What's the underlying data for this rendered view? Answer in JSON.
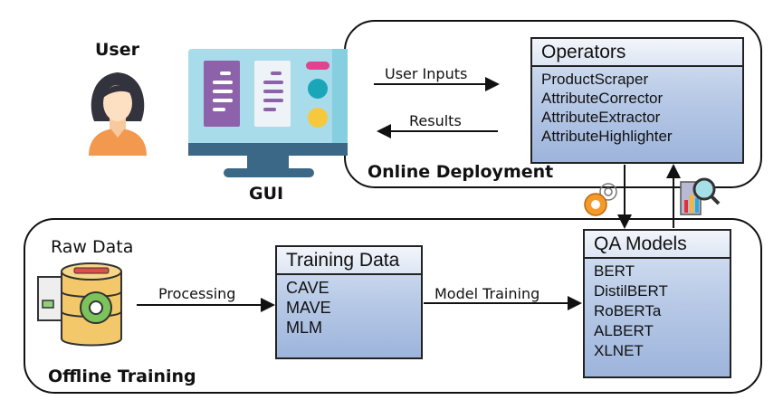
{
  "user": {
    "label": "User",
    "icon": "user-avatar-icon"
  },
  "gui": {
    "label": "GUI",
    "icon": "monitor-icon"
  },
  "online": {
    "label": "Online Deployment",
    "edges": {
      "user_inputs": "User Inputs",
      "results": "Results"
    },
    "operators": {
      "title": "Operators",
      "items": [
        "ProductScraper",
        "AttributeCorrector",
        "AttributeExtractor",
        "AttributeHighlighter"
      ]
    }
  },
  "offline": {
    "label": "Offline Training",
    "raw_data": {
      "label": "Raw Data",
      "icon": "database-gear-icon"
    },
    "edges": {
      "processing": "Processing",
      "model_training": "Model Training"
    },
    "training_data": {
      "title": "Training Data",
      "items": [
        "CAVE",
        "MAVE",
        "MLM"
      ]
    },
    "qa_models": {
      "title": "QA Models",
      "items": [
        "BERT",
        "DistilBERT",
        "RoBERTa",
        "ALBERT",
        "XLNET"
      ]
    }
  },
  "connector_icons": [
    "gear-icon",
    "analytics-magnifier-icon"
  ]
}
